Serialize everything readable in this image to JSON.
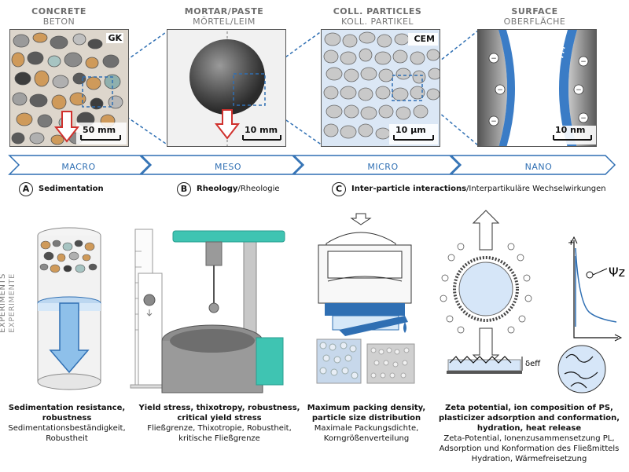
{
  "scales": [
    {
      "en": "CONCRETE",
      "de": "BETON",
      "code": "GK",
      "scalebar": "50 mm"
    },
    {
      "en": "MORTAR/PASTE",
      "de": "MÖRTEL/LEIM",
      "code": "",
      "scalebar": "10 mm"
    },
    {
      "en": "COLL. PARTICLES",
      "de": "KOLL. PARTIKEL",
      "code": "CEM",
      "scalebar": "10 µm"
    },
    {
      "en": "SURFACE",
      "de": "OBERFLÄCHE",
      "code": "FM",
      "scalebar": "10 nm"
    }
  ],
  "levels": [
    "MACRO",
    "MESO",
    "MICRO",
    "NANO"
  ],
  "mechanisms": [
    {
      "letter": "A",
      "en": "Sedimentation",
      "de": ""
    },
    {
      "letter": "B",
      "en": "Rheology",
      "de": "/Rheologie"
    },
    {
      "letter": "C",
      "en": "Inter-particle interactions",
      "de": "/Interpartikuläre Wechselwirkungen"
    }
  ],
  "side_label": {
    "en": "EXPERIMENTS",
    "de": "EXPERIMENTE"
  },
  "psi_label": "Ψz",
  "delta_label": "δeff",
  "captions": [
    {
      "en": [
        "Sedimentation resistance,",
        "robustness"
      ],
      "de": [
        "Sedimentationsbeständigkeit,",
        "Robustheit"
      ]
    },
    {
      "en": [
        "Yield stress, thixotropy, robustness,",
        "critical yield stress"
      ],
      "de": [
        "Fließgrenze, Thixotropie, Robustheit,",
        "kritische Fließgrenze"
      ]
    },
    {
      "en": [
        "Maximum packing density,",
        "particle size distribution"
      ],
      "de": [
        "Maximale Packungsdichte,",
        "Korngrößenverteilung"
      ]
    },
    {
      "en": [
        "Zeta potential, ion composition of PS,",
        "plasticizer adsorption and conformation,",
        "hydration, heat release"
      ],
      "de": [
        "Zeta-Potential, Ionenzusammensetzung PL,",
        "Adsorption und Konformation des Fließmittels",
        "Hydration, Wärmefreisetzung"
      ]
    }
  ],
  "colors": {
    "accent": "#2f6fb3",
    "panel_bg": "#e4edf7",
    "arrow_red": "#d0312d",
    "stand_teal": "#3fc4b2"
  }
}
